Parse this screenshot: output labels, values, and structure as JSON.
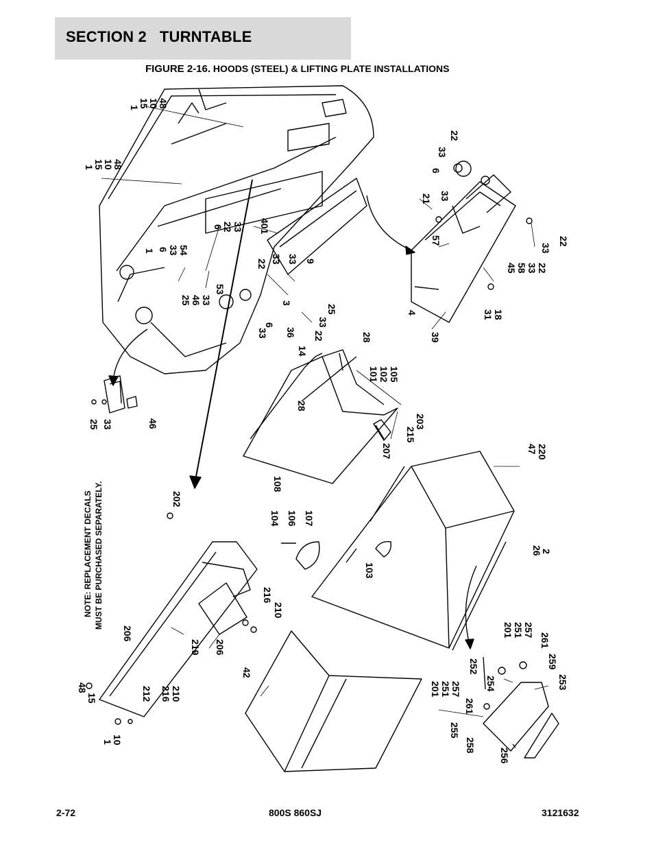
{
  "header": {
    "section_title": "SECTION 2   TURNTABLE"
  },
  "figure": {
    "caption_lead": "FIGURE 2-16.",
    "caption_rest": "HOODS (STEEL) & LIFTING PLATE INSTALLATIONS"
  },
  "note": {
    "line1": "NOTE: REPLACEMENT DECALS",
    "line2": "MUST BE PURCHASED SEPARATELY."
  },
  "callouts": [
    {
      "text": "1"
    },
    {
      "text": "15"
    },
    {
      "text": "10"
    },
    {
      "text": "48"
    },
    {
      "text": "1"
    },
    {
      "text": "15"
    },
    {
      "text": "10"
    },
    {
      "text": "48"
    },
    {
      "text": "6"
    },
    {
      "text": "22"
    },
    {
      "text": "33"
    },
    {
      "text": "401"
    },
    {
      "text": "1"
    },
    {
      "text": "6"
    },
    {
      "text": "33"
    },
    {
      "text": "54"
    },
    {
      "text": "22"
    },
    {
      "text": "33"
    },
    {
      "text": "33"
    },
    {
      "text": "9"
    },
    {
      "text": "25"
    },
    {
      "text": "46"
    },
    {
      "text": "33"
    },
    {
      "text": "53"
    },
    {
      "text": "3"
    },
    {
      "text": "6"
    },
    {
      "text": "33"
    },
    {
      "text": "36"
    },
    {
      "text": "22"
    },
    {
      "text": "33"
    },
    {
      "text": "25"
    },
    {
      "text": "14"
    },
    {
      "text": "28"
    },
    {
      "text": "101"
    },
    {
      "text": "102"
    },
    {
      "text": "105"
    },
    {
      "text": "28"
    },
    {
      "text": "25"
    },
    {
      "text": "33"
    },
    {
      "text": "46"
    },
    {
      "text": "215"
    },
    {
      "text": "203"
    },
    {
      "text": "207"
    },
    {
      "text": "108"
    },
    {
      "text": "22"
    },
    {
      "text": "33"
    },
    {
      "text": "6"
    },
    {
      "text": "21"
    },
    {
      "text": "33"
    },
    {
      "text": "57"
    },
    {
      "text": "45"
    },
    {
      "text": "58"
    },
    {
      "text": "33"
    },
    {
      "text": "22"
    },
    {
      "text": "33"
    },
    {
      "text": "22"
    },
    {
      "text": "4"
    },
    {
      "text": "31"
    },
    {
      "text": "18"
    },
    {
      "text": "39"
    },
    {
      "text": "47"
    },
    {
      "text": "220"
    },
    {
      "text": "202"
    },
    {
      "text": "104"
    },
    {
      "text": "106"
    },
    {
      "text": "107"
    },
    {
      "text": "103"
    },
    {
      "text": "26"
    },
    {
      "text": "2"
    },
    {
      "text": "206"
    },
    {
      "text": "216"
    },
    {
      "text": "210"
    },
    {
      "text": "219"
    },
    {
      "text": "206"
    },
    {
      "text": "48"
    },
    {
      "text": "15"
    },
    {
      "text": "212"
    },
    {
      "text": "216"
    },
    {
      "text": "210"
    },
    {
      "text": "1"
    },
    {
      "text": "10"
    },
    {
      "text": "42"
    },
    {
      "text": "201"
    },
    {
      "text": "251"
    },
    {
      "text": "257"
    },
    {
      "text": "261"
    },
    {
      "text": "252"
    },
    {
      "text": "254"
    },
    {
      "text": "259"
    },
    {
      "text": "253"
    },
    {
      "text": "201"
    },
    {
      "text": "251"
    },
    {
      "text": "257"
    },
    {
      "text": "261"
    },
    {
      "text": "255"
    },
    {
      "text": "258"
    },
    {
      "text": "256"
    }
  ],
  "footer": {
    "page_number": "2-72",
    "model": "800S 860SJ",
    "manual_number": "3121632"
  }
}
